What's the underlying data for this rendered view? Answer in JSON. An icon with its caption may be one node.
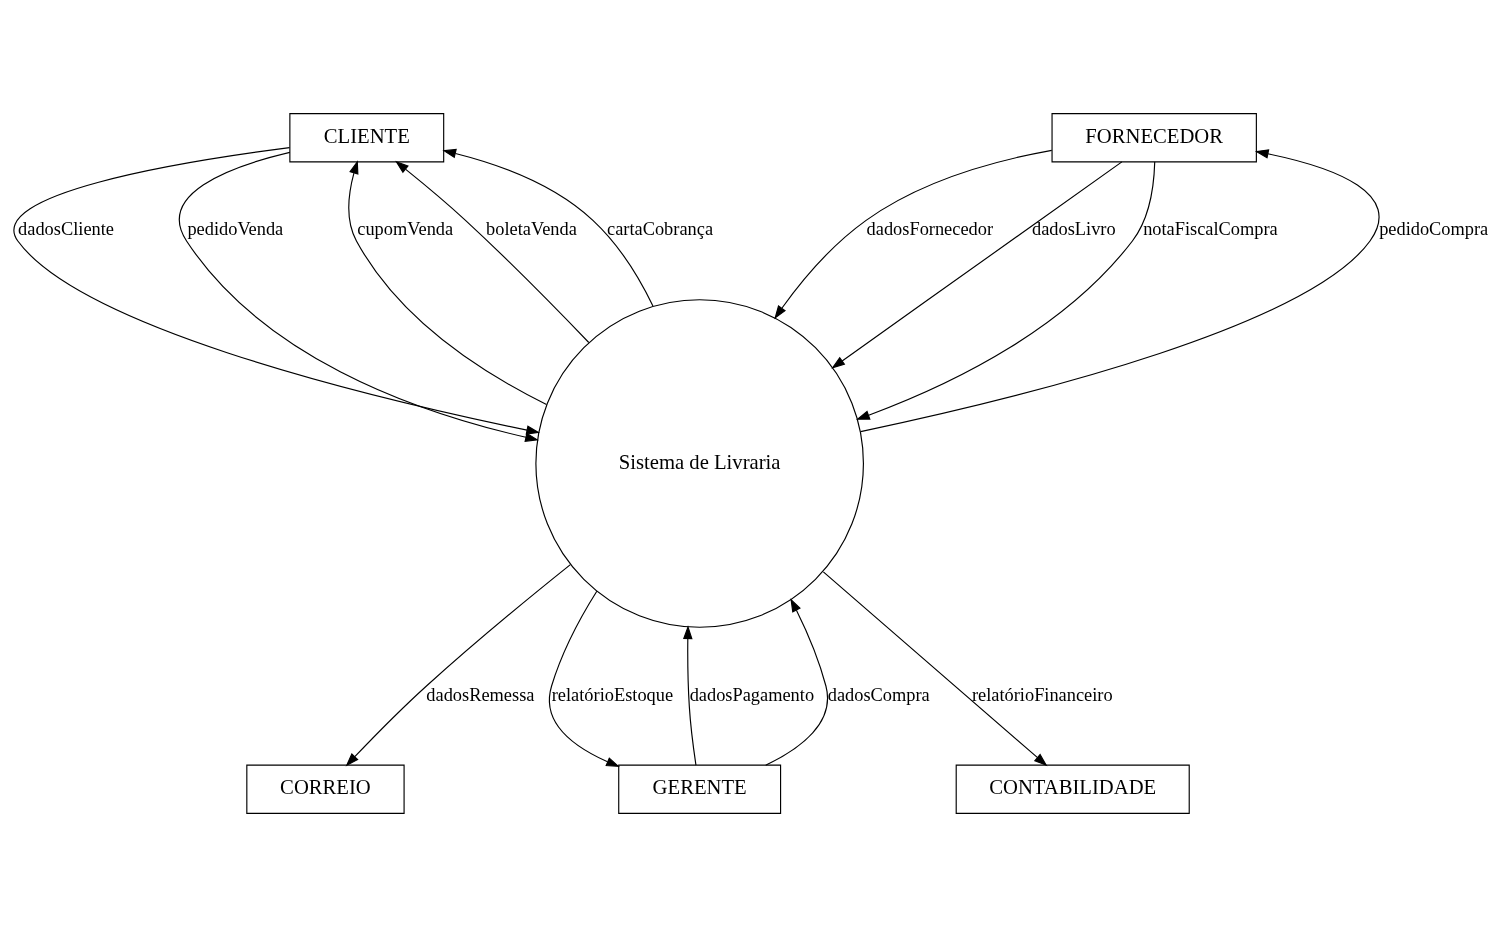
{
  "diagram": {
    "nodes": [
      {
        "text": [
          "CLIENTE"
        ]
      },
      {
        "text": [
          "FORNECEDOR"
        ]
      },
      {
        "text": [
          "Sistema de Livraria"
        ]
      },
      {
        "text": [
          "GERENTE"
        ]
      },
      {
        "text": [
          "CORREIO"
        ]
      },
      {
        "text": [
          "CONTABILIDADE"
        ]
      }
    ],
    "edges": [
      {
        "from": 0,
        "to": 2,
        "arrow": "to",
        "label": "dadosCliente"
      },
      {
        "from": 0,
        "to": 2,
        "arrow": "to",
        "label": "pedidoVenda"
      },
      {
        "from": 2,
        "to": 0,
        "arrow": "to",
        "label": "cupomVenda"
      },
      {
        "from": 2,
        "to": 0,
        "arrow": "to",
        "label": "boletaVenda"
      },
      {
        "from": 2,
        "to": 0,
        "arrow": "to",
        "label": "cartaCobrança"
      },
      {
        "from": 1,
        "to": 2,
        "arrow": "to",
        "label": "dadosFornecedor"
      },
      {
        "from": 1,
        "to": 2,
        "arrow": "to",
        "label": "dadosLivro"
      },
      {
        "from": 2,
        "to": 1,
        "arrow": "to",
        "label": "pedidoCompra"
      },
      {
        "from": 1,
        "to": 2,
        "arrow": "to",
        "label": "notaFiscalCompra"
      },
      {
        "from": 3,
        "to": 2,
        "arrow": "to",
        "label": "dadosPagamento"
      },
      {
        "from": 3,
        "to": 2,
        "arrow": "to",
        "label": "dadosCompra"
      },
      {
        "from": 2,
        "to": 3,
        "arrow": "to",
        "label": "relatórioEstoque"
      },
      {
        "from": 2,
        "to": 4,
        "arrow": "to",
        "label": "dadosRemessa"
      },
      {
        "from": 2,
        "to": 5,
        "arrow": "to",
        "label": "relatórioFinanceiro"
      }
    ]
  }
}
